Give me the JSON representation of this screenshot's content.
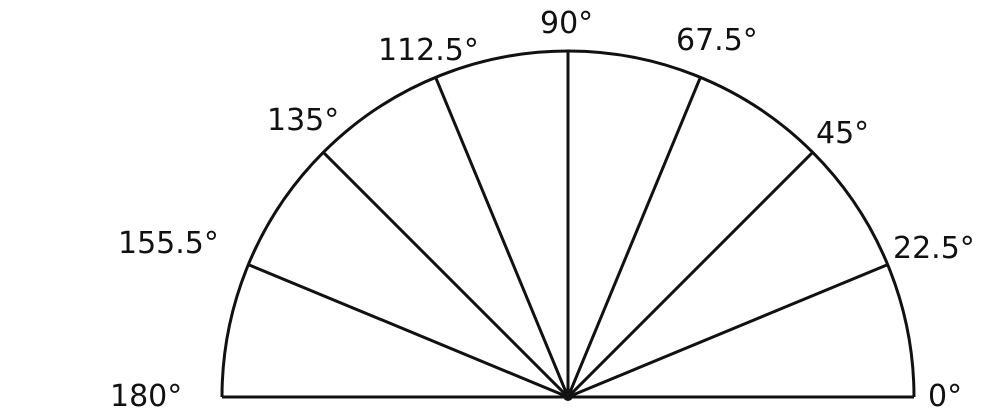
{
  "diagram": {
    "labels": [
      {
        "text": "0°",
        "angle": 0
      },
      {
        "text": "22.5°",
        "angle": 22.5
      },
      {
        "text": "45°",
        "angle": 45
      },
      {
        "text": "67.5°",
        "angle": 67.5
      },
      {
        "text": "90°",
        "angle": 90
      },
      {
        "text": "112.5°",
        "angle": 112.5
      },
      {
        "text": "135°",
        "angle": 135
      },
      {
        "text": "155.5°",
        "angle": 155.5
      },
      {
        "text": "180°",
        "angle": 180
      }
    ],
    "spoke_angles": [
      22.5,
      45,
      67.5,
      90,
      112.5,
      135,
      157.5
    ]
  }
}
